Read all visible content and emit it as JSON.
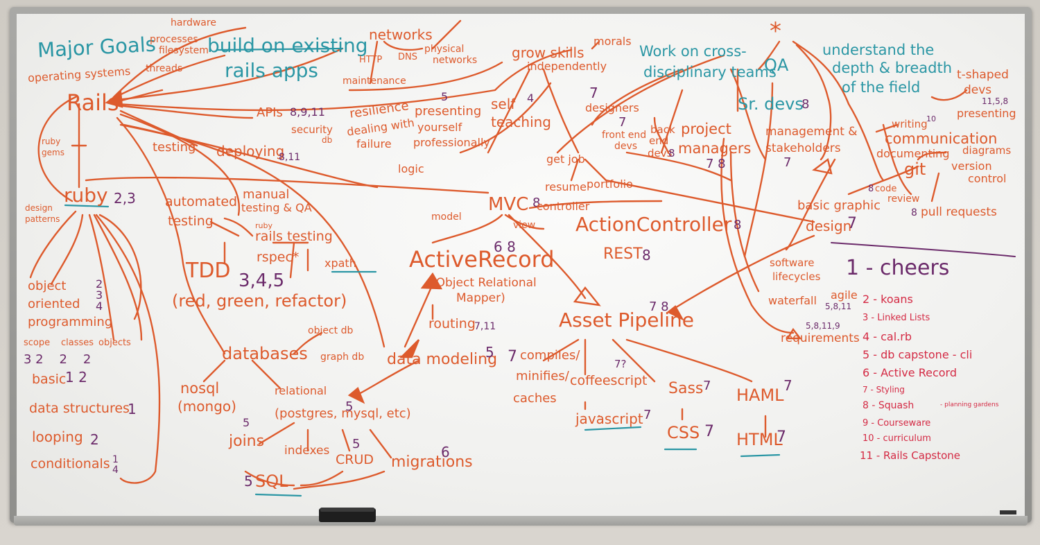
{
  "board": {
    "heading": {
      "major_goals": "Major Goals",
      "build": "build on existing",
      "rails_apps": "rails apps"
    },
    "top_left": {
      "hardware": "hardware",
      "processes": "processes",
      "filesystem": "filesystem",
      "threads": "threads",
      "operating_systems": "operating systems"
    },
    "networks": {
      "title": "networks",
      "http": "HTTP",
      "dns": "DNS",
      "physical": "physical",
      "networks2": "networks",
      "maintenance": "maintenance"
    },
    "rails_tree": {
      "rails": "Rails",
      "ruby_gems_1": "ruby",
      "ruby_gems_2": "gems",
      "ruby": "ruby",
      "ruby_num": "2,3",
      "design": "design",
      "patterns": "patterns",
      "oop_1": "object",
      "oop_2": "oriented",
      "oop_3": "programming",
      "oop_nums": "2\n3\n4",
      "scope": "scope",
      "classes": "classes",
      "objects": "objects",
      "scope_nums": "3 2    2    2",
      "basic": "basic",
      "basic_num": "1 2",
      "data_structures": "data structures",
      "ds_num": "1",
      "looping": "looping",
      "looping_num": "2",
      "conditionals": "conditionals",
      "cond_num": "1\n4"
    },
    "apis": {
      "apis": "APIs",
      "apis_num": "8,9,11",
      "security": "security",
      "db": "db"
    },
    "skills": {
      "grow": "grow skills",
      "independently": "independently",
      "morals": "morals",
      "resilience": "resilience",
      "dealing": "dealing with",
      "failure": "failure",
      "presenting_num": "5",
      "presenting": "presenting",
      "yourself": "yourself",
      "professionally": "professionally",
      "self_num": "4",
      "self": "self",
      "teaching": "teaching",
      "logic": "logic"
    },
    "testing": {
      "testing": "testing",
      "deploying": "deploying",
      "deploying_num": "8,11",
      "automated": "automated",
      "testing2": "testing",
      "manual": "manual",
      "manual2": "testing & QA",
      "ruby_small": "ruby",
      "rails_testing": "rails testing",
      "rspec": "rspec*",
      "xpath": "xpath",
      "tdd": "TDD",
      "tdd_num": "3,4,5",
      "tdd_sub": "(red, green, refactor)"
    },
    "mvc": {
      "mvc": "MVC",
      "mvc_num": "8",
      "model": "model",
      "view": "view",
      "controller": "controller",
      "action_controller": "ActionController",
      "ac_num": "8",
      "rest": "REST",
      "rest_num": "8",
      "active_record": "ActiveRecord",
      "ar_num": "6 8",
      "orm_1": "(Object Relational",
      "orm_2": "Mapper)",
      "routing": "routing",
      "routing_num": "7,11"
    },
    "databases": {
      "object_db": "object db",
      "databases": "databases",
      "graph_db": "graph db",
      "nosql": "nosql",
      "mongo": "(mongo)",
      "relational": "relational",
      "relational_num": "5",
      "postgres": "(postgres, mysql, etc)",
      "joins_num": "5",
      "joins": "joins",
      "indexes": "indexes",
      "crud_num": "5",
      "crud": "CRUD",
      "migrations": "migrations",
      "migrations_num": "6",
      "sql": "SQL",
      "sql_num": "5",
      "data_modeling": "data modeling",
      "dm_num": "5"
    },
    "pipeline": {
      "asset_pipeline": "Asset Pipeline",
      "ap_num": "7 8",
      "compiles_num": "7",
      "compiles": "compiles/",
      "minifies": "minifies/",
      "caches": "caches",
      "coffeescript": "coffeescript",
      "coffee_num": "7?",
      "javascript": "javascript",
      "js_num": "7",
      "sass": "Sass",
      "sass_num": "7",
      "css": "CSS",
      "css_num": "7",
      "haml": "HAML",
      "haml_num": "7",
      "html": "HTML",
      "html_num": "7"
    },
    "teams": {
      "work_on": "Work on cross-",
      "disciplinary": "disciplinary teams",
      "qa": "QA",
      "qa_star": "*",
      "sr_devs": "Sr. devs",
      "sr_num": "8",
      "designers_num": "7",
      "designers": "designers",
      "front_num": "7",
      "front": "front end",
      "front2": "devs",
      "back": "back",
      "back2": "end",
      "back3": "devs",
      "back_num": "8",
      "project": "project",
      "managers": "managers",
      "pm_num": "7 8",
      "management": "management &",
      "stakeholders": "stakeholders",
      "mgmt_num": "7",
      "get_job": "get job",
      "resume": "resume",
      "portfolio": "portfolio"
    },
    "field": {
      "understand": "understand the",
      "depth": "depth & breadth",
      "of_field": "of the field",
      "t_shaped": "t-shaped",
      "devs": "devs",
      "t_num": "11,5,8",
      "writing": "writing",
      "writing_num": "10",
      "presenting": "presenting",
      "communication": "communication",
      "documenting": "documenting",
      "diagrams": "diagrams",
      "git": "git",
      "version": "version",
      "control": "control",
      "code_num": "8",
      "code": "code",
      "review": "review",
      "pull_num": "8",
      "pull": "pull requests",
      "graphic_1": "basic graphic",
      "graphic_2": "design",
      "graphic_num": "7"
    },
    "lifecycles": {
      "software": "software",
      "lifecycles": "lifecycles",
      "waterfall": "waterfall",
      "agile": "agile",
      "agile_num": "5,8,11",
      "req_num": "5,8,11,9",
      "requirements": "requirements"
    },
    "legend": {
      "title": "1 - cheers",
      "items": [
        "2 - koans",
        "3 - Linked Lists",
        "4 - cal.rb",
        "5 - db capstone - cli",
        "6 - Active Record",
        "7 - Styling",
        "8 - Squash",
        "9 - Courseware",
        "10 - curriculum",
        "11 - Rails Capstone"
      ],
      "squash_note": "- planning gardens"
    }
  },
  "colors": {
    "orange_marker": "#dd5a2c",
    "teal_marker": "#2a96a4",
    "purple_marker": "#6b2a6a",
    "red_marker": "#d42a44",
    "board": "#f5f5f3",
    "frame": "#9a9a97"
  }
}
